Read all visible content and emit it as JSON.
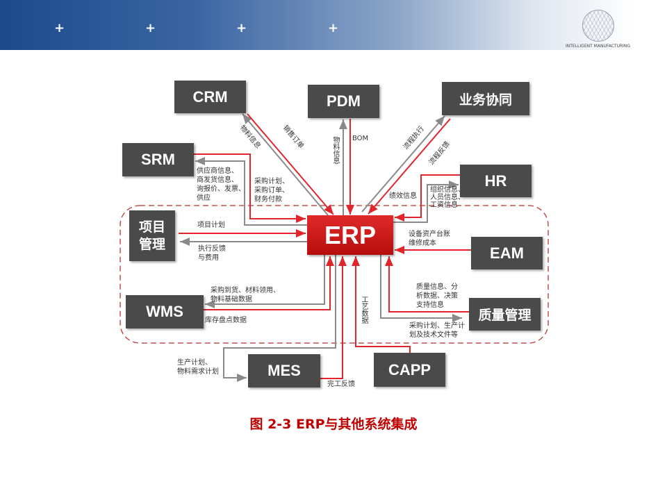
{
  "header": {
    "plus_marks": [
      "+",
      "+",
      "+",
      "+"
    ],
    "logo_text": "INTELLIGENT MANUFACTURING"
  },
  "nodes": {
    "crm": "CRM",
    "pdm": "PDM",
    "collab": "业务协同",
    "srm": "SRM",
    "hr": "HR",
    "project": "项目\n管理",
    "erp": "ERP",
    "eam": "EAM",
    "wms": "WMS",
    "quality": "质量管理",
    "mes": "MES",
    "capp": "CAPP"
  },
  "labels": {
    "crm_material": "物料信息",
    "crm_sales": "销售订单",
    "pdm_material": "物料信息",
    "pdm_bom": "BOM",
    "collab_exec": "流程执行",
    "collab_feedback": "流程反馈",
    "srm_supplier": "供应商信息、\n商发货信息、\n询报价、发票、\n供应",
    "srm_purchase": "采购计划、\n采购订单、\n财务付款",
    "hr_perf": "绩效信息",
    "hr_org": "组织信息、\n人员信息、\n工资信息",
    "project_plan": "项目计划",
    "project_feedback": "执行反馈\n与费用",
    "eam_info": "设备资产台账\n维修成本",
    "wms_arrival": "采购到货、材料领用、\n物料基础数据",
    "wms_inventory": "库存盘点数据",
    "quality_info": "质量信息、分\n析数据、决策\n支持信息",
    "quality_plan": "采购计划、生产计\n划及技术文件等",
    "capp_process": "工艺数据",
    "mes_plan": "生产计划、\n物料需求计划",
    "mes_done": "完工反馈"
  },
  "caption": "图 2-3 ERP与其他系统集成",
  "colors": {
    "red": "#e0262a",
    "gray": "#8a8a8a",
    "box": "#4a4a4a",
    "caption": "#c00000"
  }
}
